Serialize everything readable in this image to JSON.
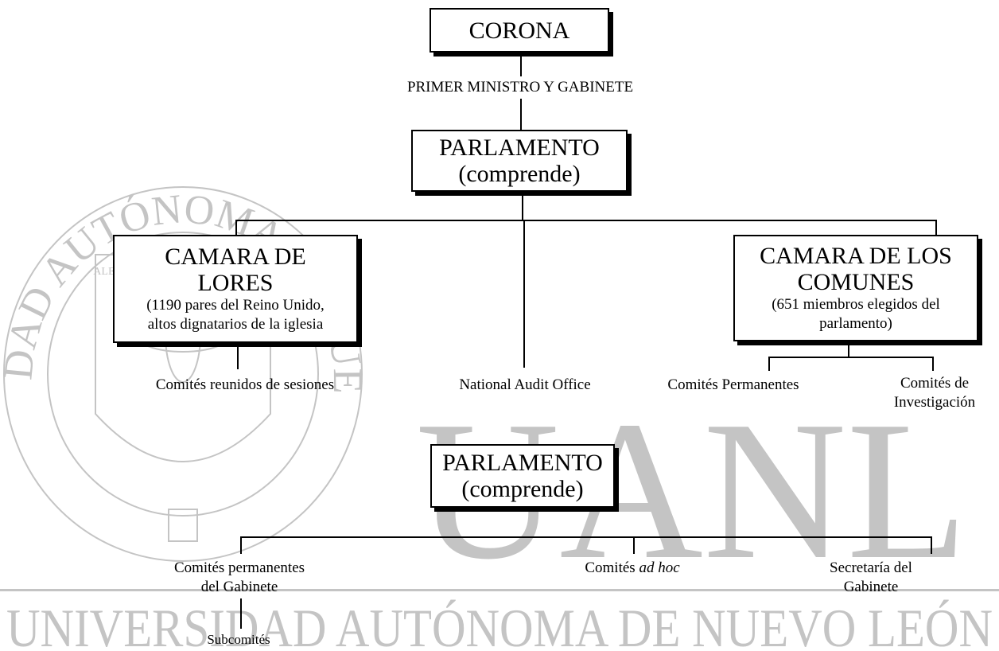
{
  "watermark": {
    "circle_text_top": "UNIVERSIDAD AUTÓNOMA DE NUEVO LEÓN",
    "motto": "ALERE FLAMMAM VERITATIS",
    "big_letters": "UANL",
    "banner": "UNIVERSIDAD AUTÓNOMA DE NUEVO LEÓN",
    "color": "#c4c4c4"
  },
  "chart": {
    "corona": "CORONA",
    "pm": "PRIMER MINISTRO Y GABINETE",
    "parlamento": {
      "title": "PARLAMENTO",
      "sub": "(comprende)"
    },
    "lores": {
      "title1": "CAMARA DE",
      "title2": "LORES",
      "desc1": "(1190 pares del Reino Unido,",
      "desc2": "altos dignatarios de la iglesia"
    },
    "comunes": {
      "title1": "CAMARA DE LOS",
      "title2": "COMUNES",
      "desc1": "(651 miembros elegidos del",
      "desc2": "parlamento)"
    },
    "comites_reunidos": "Comités reunidos de sesiones",
    "audit": "National Audit Office",
    "comites_permanentes": "Comités Permanentes",
    "comites_investigacion": {
      "l1": "Comités de",
      "l2": "Investigación"
    },
    "parlamento2": {
      "title": "PARLAMENTO",
      "sub": "(comprende)"
    },
    "gabinete_perm": {
      "l1": "Comités permanentes",
      "l2": "del Gabinete"
    },
    "adhoc": {
      "prefix": "Comités ",
      "em": "ad hoc"
    },
    "secretaria": {
      "l1": "Secretaría del",
      "l2": "Gabinete"
    },
    "subcomites": "Subcomités"
  }
}
